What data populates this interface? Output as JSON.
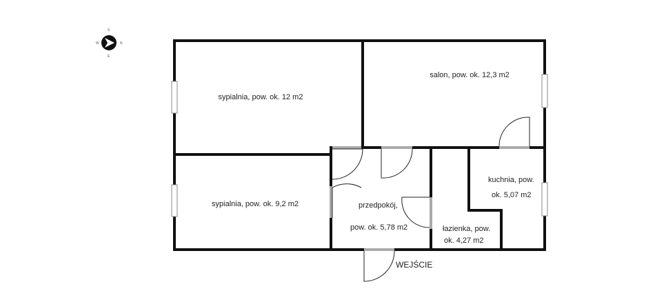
{
  "compass": {
    "n": "N",
    "s": "S",
    "e": "E",
    "w": "W"
  },
  "rooms": {
    "bedroom_large": {
      "label": "sypialnia, pow. ok. 12 m2"
    },
    "living_room": {
      "label": "salon, pow. ok. 12,3 m2"
    },
    "bedroom_small": {
      "label": "sypialnia, pow. ok. 9,2 m2"
    },
    "hallway": {
      "label_line1": "przedpokój,",
      "label_line2": "pow. ok. 5,78 m2"
    },
    "bathroom": {
      "label_line1": "łazienka, pow.",
      "label_line2": "ok. 4,27 m2"
    },
    "kitchen": {
      "label_line1": "kuchnia, pow.",
      "label_line2": "ok. 5,07 m2"
    }
  },
  "entrance": {
    "label": "WEJŚCIE"
  }
}
